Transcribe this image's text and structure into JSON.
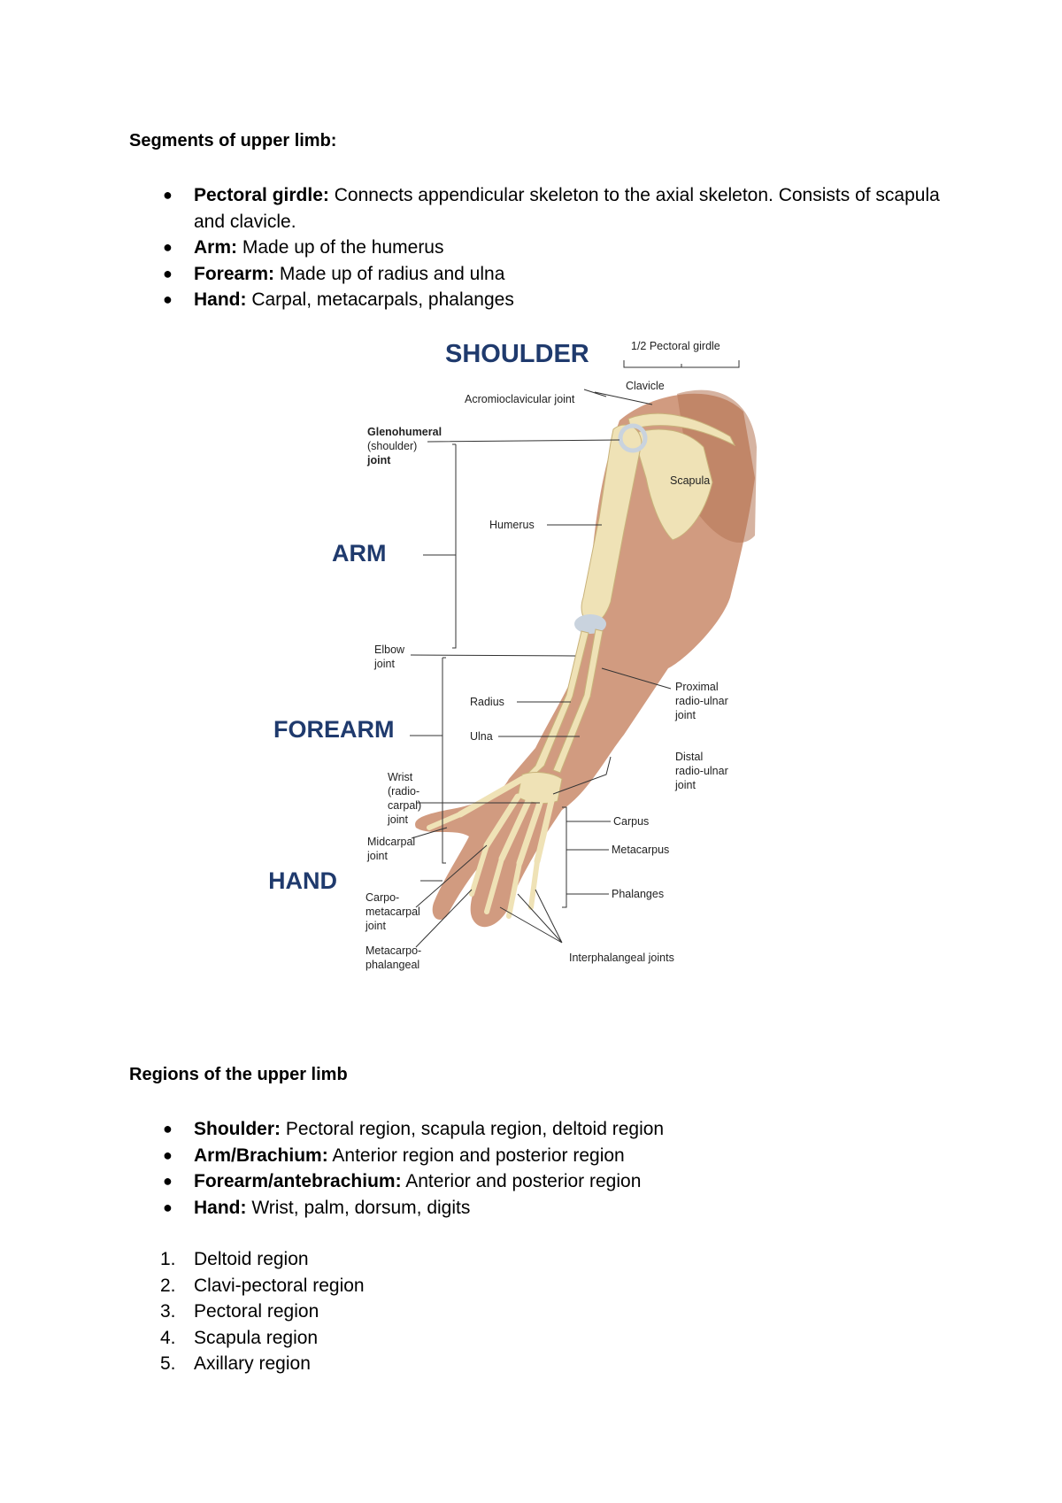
{
  "segments": {
    "heading": "Segments of upper limb:",
    "items": [
      {
        "term": "Pectoral girdle:",
        "text": " Connects appendicular skeleton to the axial skeleton. Consists of scapula and clavicle."
      },
      {
        "term": "Arm:",
        "text": " Made up  of the humerus"
      },
      {
        "term": "Forearm:",
        "text": " Made up of radius and ulna"
      },
      {
        "term": "Hand:",
        "text": " Carpal, metacarpals, phalanges"
      }
    ]
  },
  "figure": {
    "segment_labels": {
      "shoulder": "SHOULDER",
      "arm": "ARM",
      "forearm": "FOREARM",
      "hand": "HAND"
    },
    "labels": {
      "pectoral_girdle": "1/2 Pectoral girdle",
      "clavicle": "Clavicle",
      "acromioclavicular": "Acromioclavicular joint",
      "glenohumeral_1": "Glenohumeral",
      "glenohumeral_2": "(shoulder)",
      "glenohumeral_3": "joint",
      "scapula": "Scapula",
      "humerus": "Humerus",
      "elbow_1": "Elbow",
      "elbow_2": "joint",
      "radius": "Radius",
      "ulna": "Ulna",
      "proximal_1": "Proximal",
      "proximal_2": "radio-ulnar",
      "proximal_3": "joint",
      "distal_1": "Distal",
      "distal_2": "radio-ulnar",
      "distal_3": "joint",
      "wrist_1": "Wrist",
      "wrist_2": "(radio-",
      "wrist_3": "carpal)",
      "wrist_4": "joint",
      "midcarpal_1": "Midcarpal",
      "midcarpal_2": "joint",
      "carpus": "Carpus",
      "metacarpus": "Metacarpus",
      "phalanges": "Phalanges",
      "carpometacarpal_1": "Carpo-",
      "carpometacarpal_2": "metacarpal",
      "carpometacarpal_3": "joint",
      "metacarpophalangeal_1": "Metacarpo-",
      "metacarpophalangeal_2": "phalangeal",
      "interphalangeal": "Interphalangeal joints"
    },
    "colors": {
      "segment_label": "#1f3a6d",
      "skin": "#c98a6a",
      "bone": "#efe2b6",
      "cartilage": "#c9d3de"
    }
  },
  "regions": {
    "heading": "Regions of the upper limb",
    "items": [
      {
        "term": "Shoulder:",
        "text": " Pectoral region, scapula region, deltoid region"
      },
      {
        "term": "Arm/Brachium:",
        "text": " Anterior region and posterior region"
      },
      {
        "term": "Forearm/antebrachium:",
        "text": " Anterior and posterior region"
      },
      {
        "term": "Hand:",
        "text": " Wrist, palm, dorsum, digits"
      }
    ],
    "numbered": [
      {
        "num": "1.",
        "text": "Deltoid region"
      },
      {
        "num": "2.",
        "text": "Clavi-pectoral region"
      },
      {
        "num": "3.",
        "text": "Pectoral region"
      },
      {
        "num": "4.",
        "text": "Scapula region"
      },
      {
        "num": "5.",
        "text": "Axillary region"
      }
    ]
  }
}
